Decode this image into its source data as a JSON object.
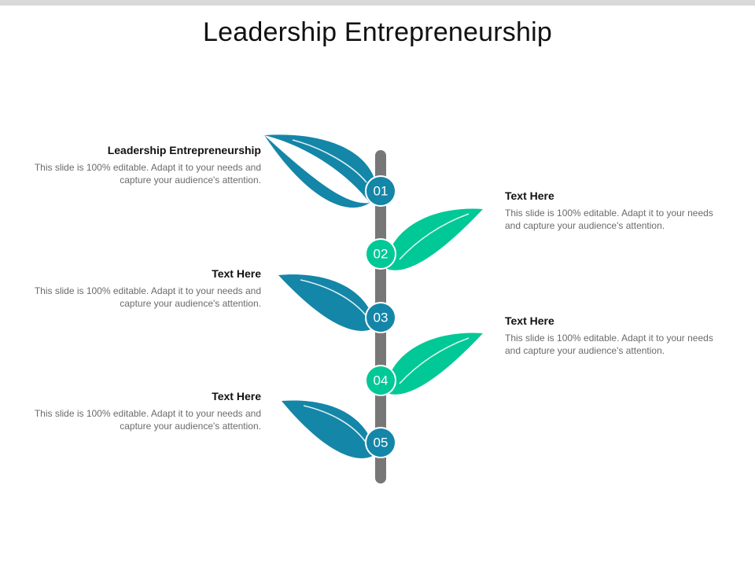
{
  "title": "Leadership Entrepreneurship",
  "colors": {
    "blue": "#1486a8",
    "green": "#00c896",
    "stem": "#777777",
    "top_bar": "#d9d9d9"
  },
  "steps": [
    {
      "number": "01",
      "title": "Leadership Entrepreneurship",
      "body": "This slide is 100% editable. Adapt it to your needs and capture your audience's attention."
    },
    {
      "number": "02",
      "title": "Text Here",
      "body": "This slide is 100% editable. Adapt it to your needs and capture your audience's attention."
    },
    {
      "number": "03",
      "title": "Text Here",
      "body": "This slide is 100% editable. Adapt it to your needs and capture your audience's attention."
    },
    {
      "number": "04",
      "title": "Text Here",
      "body": "This slide is 100% editable. Adapt it to your needs and capture your audience's attention."
    },
    {
      "number": "05",
      "title": "Text Here",
      "body": "This slide is 100% editable. Adapt it to your needs and capture your audience's attention."
    }
  ]
}
